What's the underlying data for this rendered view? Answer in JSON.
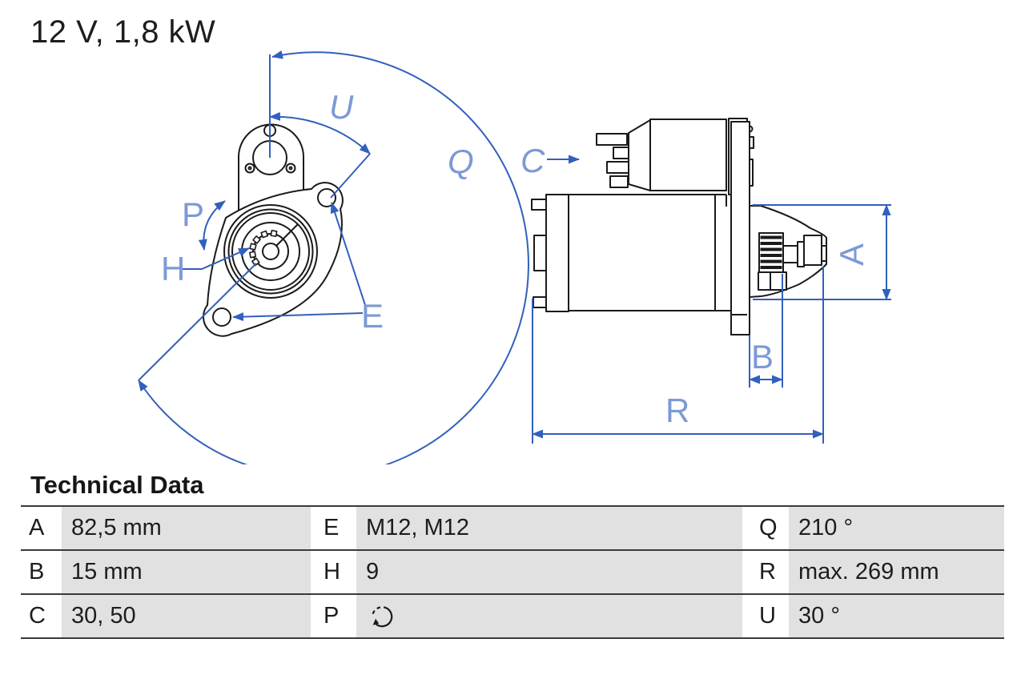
{
  "title": "12 V, 1,8 kW",
  "drawing": {
    "labels": {
      "U": "U",
      "Q": "Q",
      "P": "P",
      "H": "H",
      "E": "E",
      "C": "C",
      "A": "A",
      "B": "B",
      "R": "R"
    }
  },
  "technical_data": {
    "heading": "Technical Data",
    "rows": [
      [
        {
          "key": "A",
          "value": "82,5 mm"
        },
        {
          "key": "E",
          "value": "M12, M12"
        },
        {
          "key": "Q",
          "value": "210 °"
        }
      ],
      [
        {
          "key": "B",
          "value": "15 mm"
        },
        {
          "key": "H",
          "value": "9"
        },
        {
          "key": "R",
          "value": "max. 269 mm"
        }
      ],
      [
        {
          "key": "C",
          "value": "30, 50"
        },
        {
          "key": "P",
          "value": "",
          "icon": "rotation-direction-icon"
        },
        {
          "key": "U",
          "value": "30 °"
        }
      ]
    ]
  },
  "icons": {
    "rotation_direction": "rotation-direction-icon"
  },
  "colors": {
    "drawing_line": "#1a1a1a",
    "dimension_line": "#3160bd",
    "dimension_label": "#7d99d6",
    "table_value_bg": "#e1e1e1",
    "table_rule": "#3a3a3a"
  }
}
